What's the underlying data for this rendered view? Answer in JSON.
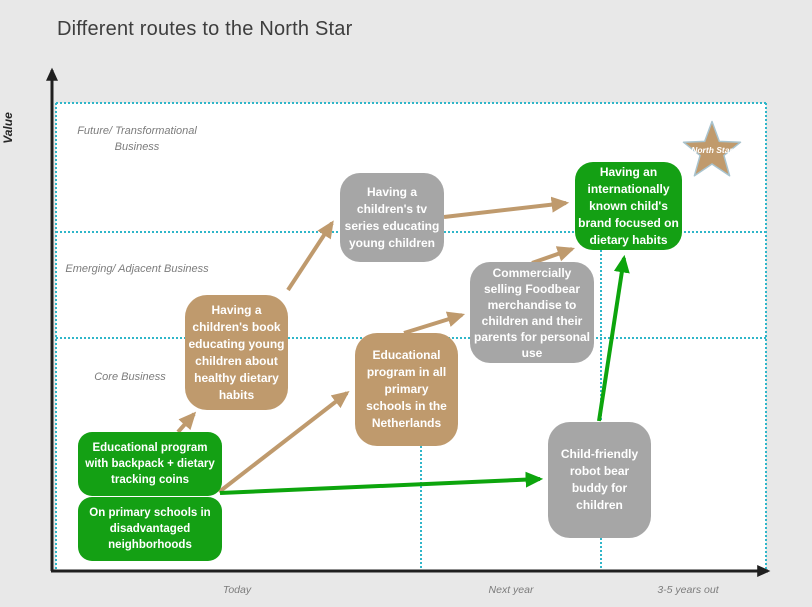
{
  "title": "Different routes to the North Star",
  "y_axis_label": "Value",
  "zones": [
    {
      "label": "Future/ Transformational Business"
    },
    {
      "label": "Emerging/ Adjacent Business"
    },
    {
      "label": "Core Business"
    }
  ],
  "timeline": [
    {
      "label": "Today"
    },
    {
      "label": "Next year"
    },
    {
      "label": "3-5 years out"
    }
  ],
  "north_star": {
    "label": "North Star"
  },
  "nodes": [
    {
      "id": "backpack",
      "color": "green",
      "text": "Educational program with backpack + dietary tracking coins"
    },
    {
      "id": "schools",
      "color": "green",
      "text": "On primary schools in disadvantaged neighborhoods"
    },
    {
      "id": "book",
      "color": "tan",
      "text": "Having a children's book educating young children about healthy dietary habits"
    },
    {
      "id": "tv",
      "color": "gray",
      "text": "Having a children's tv series educating young children"
    },
    {
      "id": "netherlands",
      "color": "tan",
      "text": "Educational program in all primary schools in the Netherlands"
    },
    {
      "id": "merchandise",
      "color": "gray",
      "text": "Commercially selling Foodbear merchandise to children and their parents for personal use"
    },
    {
      "id": "robot",
      "color": "gray",
      "text": "Child-friendly robot bear buddy for children"
    },
    {
      "id": "brand",
      "color": "green",
      "text": "Having an internationally known child's brand focused on dietary habits"
    }
  ],
  "edges": [
    {
      "from": "backpack",
      "to": "book",
      "color": "tan"
    },
    {
      "from": "book",
      "to": "tv",
      "color": "tan"
    },
    {
      "from": "tv",
      "to": "brand",
      "color": "tan"
    },
    {
      "from": "backpack",
      "to": "netherlands",
      "color": "tan"
    },
    {
      "from": "netherlands",
      "to": "merchandise",
      "color": "tan"
    },
    {
      "from": "merchandise",
      "to": "brand",
      "color": "tan"
    },
    {
      "from": "schools",
      "to": "robot",
      "color": "green"
    },
    {
      "from": "robot",
      "to": "brand",
      "color": "green"
    }
  ],
  "colors": {
    "green": "#14a014",
    "tan": "#bf9a6d",
    "gray": "#a6a6a6",
    "grid_teal": "#2fb6c9",
    "axis": "#1f1f1f",
    "label_gray": "#7c7c7c",
    "background": "#e8e8e8",
    "plot_background": "#ffffff"
  }
}
